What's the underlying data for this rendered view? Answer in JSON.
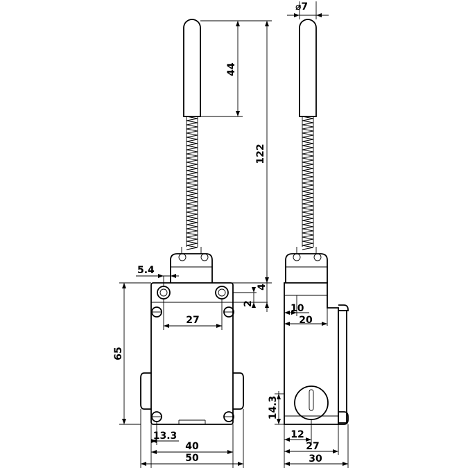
{
  "drawing": {
    "dimensions": {
      "rod_diameter": "⌀7",
      "rod_tip_length": "44",
      "total_height": "122",
      "mount_hole_offset": "5.4",
      "top_offset": "4",
      "slot_offset": "2",
      "hole_spacing_top": "27",
      "body_height": "65",
      "hole_edge_offset": "13.3",
      "hole_spacing_bottom": "40",
      "body_width": "50",
      "side_offset_10": "10",
      "side_width_20": "20",
      "side_height_14_3": "14.3",
      "side_offset_12": "12",
      "side_width_27": "27",
      "side_depth_30": "30"
    }
  }
}
